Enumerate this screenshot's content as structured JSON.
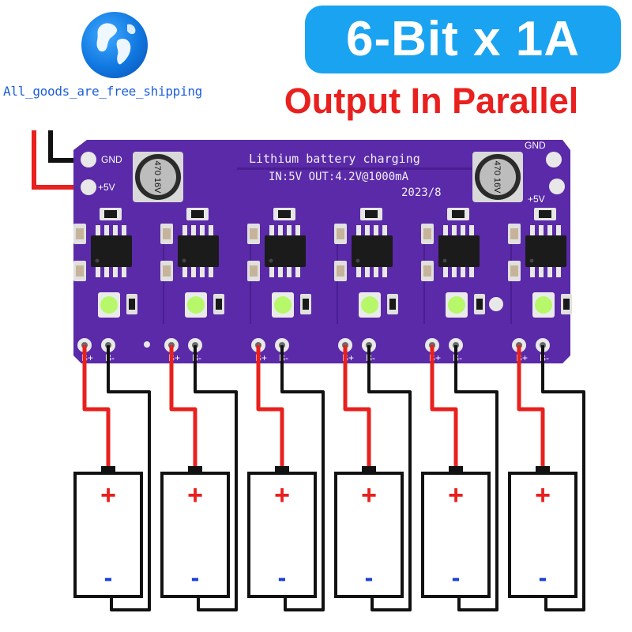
{
  "brand": {
    "text": "All_goods_are_free_shipping"
  },
  "badge": {
    "text": "6-Bit x 1A"
  },
  "subtitle": {
    "text": "Output In Parallel"
  },
  "board": {
    "title": "Lithium battery charging",
    "spec": "IN:5V OUT:4.2V@1000mA",
    "date": "2023/8",
    "input_labels": {
      "gnd": "GND",
      "vcc": "+5V"
    },
    "capacitor_label": "470 16V",
    "channel_pin_labels": [
      "B+",
      "B-"
    ],
    "channels": 6
  },
  "batteries": {
    "plus_symbol": "+",
    "minus_symbol": "-",
    "count": 6
  },
  "colors": {
    "pcb": "#5a2aa8",
    "wire_positive": "#e8201e",
    "wire_negative": "#111111",
    "led": "#b6f86a",
    "badge_bg": "#1aa3f0",
    "subtitle": "#e8201e",
    "brand": "#1d5fd6"
  },
  "icons": [
    "globe-logo-icon"
  ]
}
